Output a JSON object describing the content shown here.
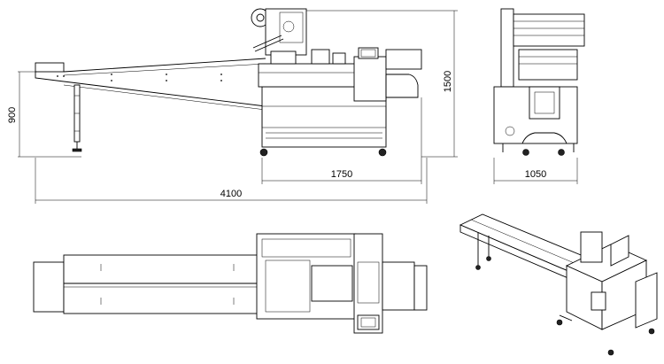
{
  "dimensions": {
    "overall_length": "4100",
    "machine_length": "1750",
    "infeed_height": "900",
    "machine_height": "1500",
    "machine_width": "1050"
  }
}
